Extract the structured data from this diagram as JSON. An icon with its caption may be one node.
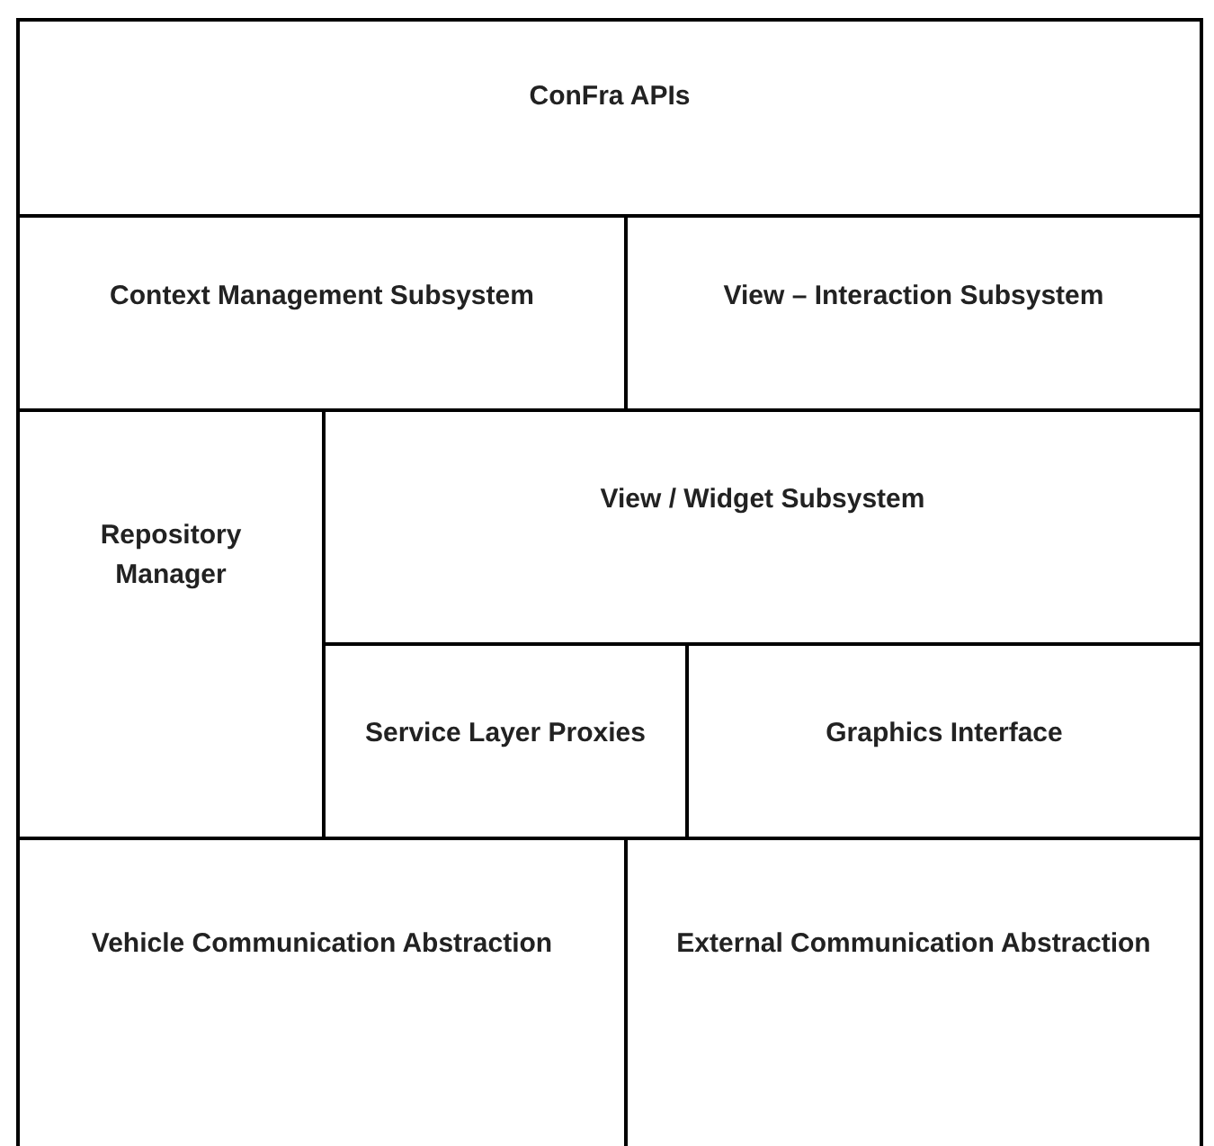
{
  "diagram": {
    "nodes": [
      {
        "text": [
          "ConFra APIs"
        ]
      },
      {
        "text": [
          "Context Management Subsystem"
        ]
      },
      {
        "text": [
          "View – Interaction Subsystem"
        ]
      },
      {
        "text": [
          "Repository Manager"
        ]
      },
      {
        "text": [
          "View / Widget Subsystem"
        ]
      },
      {
        "text": [
          "Service Layer Proxies"
        ]
      },
      {
        "text": [
          "Graphics Interface"
        ]
      },
      {
        "text": [
          "Vehicle Communication Abstraction"
        ]
      },
      {
        "text": [
          "External Communication Abstraction"
        ]
      }
    ]
  }
}
